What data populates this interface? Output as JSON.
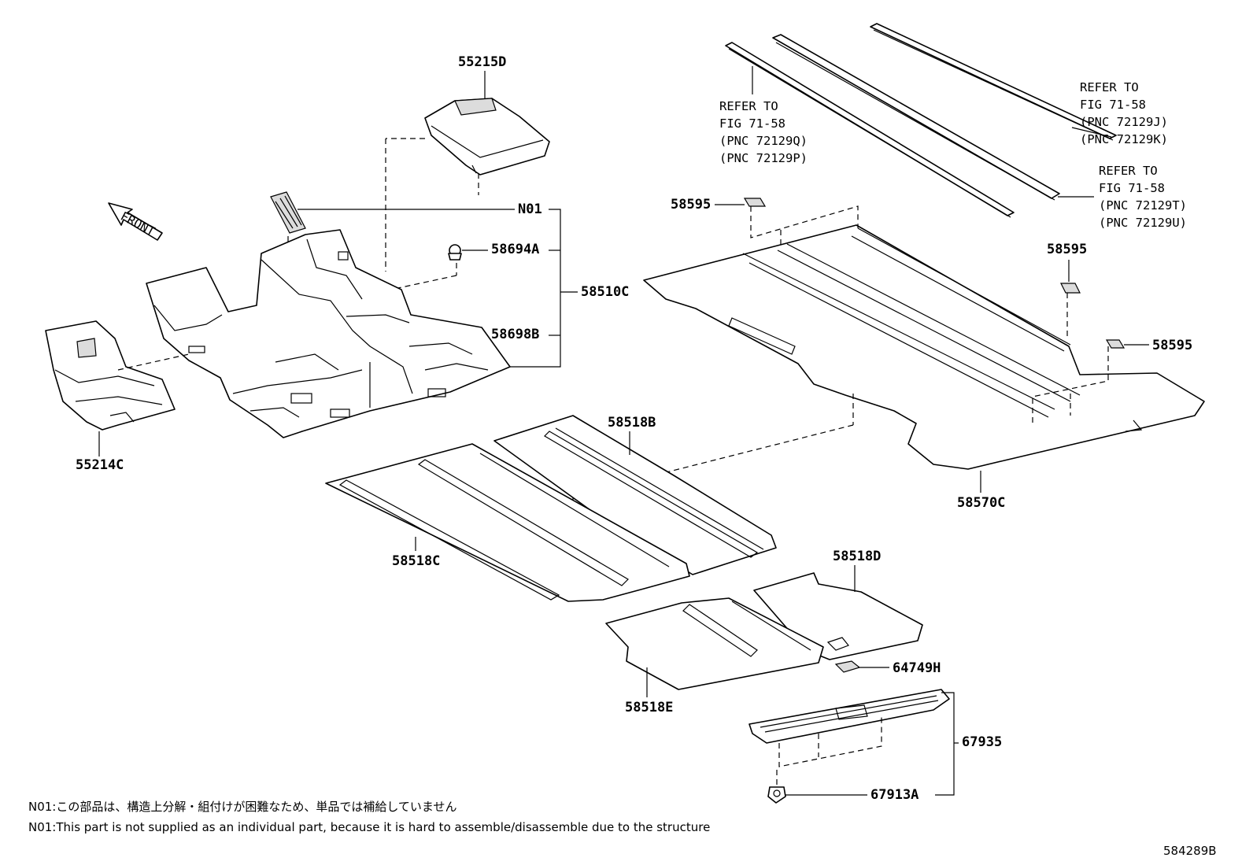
{
  "labels": {
    "p55215D": "55215D",
    "pN01": "N01",
    "p58694A": "58694A",
    "p58510C": "58510C",
    "p58698B": "58698B",
    "p55214C": "55214C",
    "p58518B": "58518B",
    "p58518C": "58518C",
    "p58518D": "58518D",
    "p58518E": "58518E",
    "p58570C": "58570C",
    "p58595a": "58595",
    "p58595b": "58595",
    "p58595c": "58595",
    "p64749H": "64749H",
    "p67935": "67935",
    "p67913A": "67913A"
  },
  "front_label": "FRONT",
  "refs": {
    "left": [
      "REFER TO",
      "FIG 71-58",
      "(PNC 72129Q)",
      "(PNC 72129P)"
    ],
    "right_top": [
      "REFER TO",
      "FIG 71-58",
      "(PNC 72129J)",
      "(PNC 72129K)"
    ],
    "right_mid": [
      "REFER TO",
      "FIG 71-58",
      "(PNC 72129T)",
      "(PNC 72129U)"
    ]
  },
  "notes": {
    "jp": "N01:この部品は、構造上分解・組付けが困難なため、単品では補給していません",
    "en": "N01:This part is not supplied as an individual part, because it is hard to assemble/disassemble due to the structure"
  },
  "diagram_id": "584289B"
}
